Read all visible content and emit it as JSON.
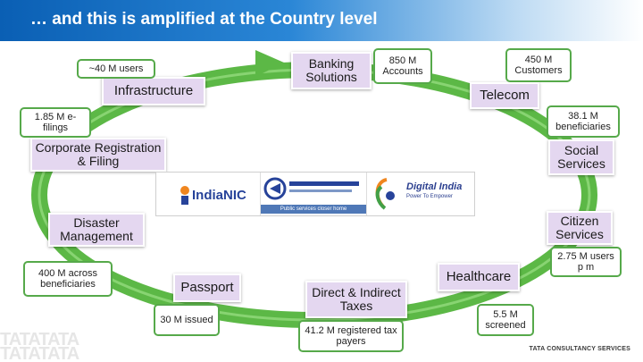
{
  "title": "… and this is amplified at the Country level",
  "sectors": {
    "infrastructure": "Infrastructure",
    "banking": "Banking Solutions",
    "telecom": "Telecom",
    "social": "Social Services",
    "corporate": "Corporate Registration & Filing",
    "disaster": "Disaster Management",
    "citizen": "Citizen Services",
    "passport": "Passport",
    "taxes": "Direct & Indirect Taxes",
    "healthcare": "Healthcare"
  },
  "stats": {
    "infrastructure_users": "~40 M users",
    "banking_accounts": "850 M Accounts",
    "telecom_customers": "450 M Customers",
    "social_beneficiaries": "38.1 M beneficiaries",
    "efilings": "1.85 M e-filings",
    "citizen_users": "2.75 M users p m",
    "disaster_beneficiaries": "400 M across beneficiaries",
    "passport_issued": "30 M issued",
    "tax_payers": "41.2 M registered tax payers",
    "healthcare_screened": "5.5 M screened"
  },
  "logos": {
    "nic": "IndiaNIC",
    "egov_footer": "Public services closer home",
    "digital_india": "Digital India",
    "digital_india_tagline": "Power To Empower"
  },
  "footer": {
    "company": "TATA CONSULTANCY SERVICES",
    "watermark": "TATATATA"
  },
  "colors": {
    "title_bar": "#0a5fb4",
    "ring": "#5cb846",
    "sector_box": "#e4d7f0",
    "stat_border": "#56a94a"
  }
}
